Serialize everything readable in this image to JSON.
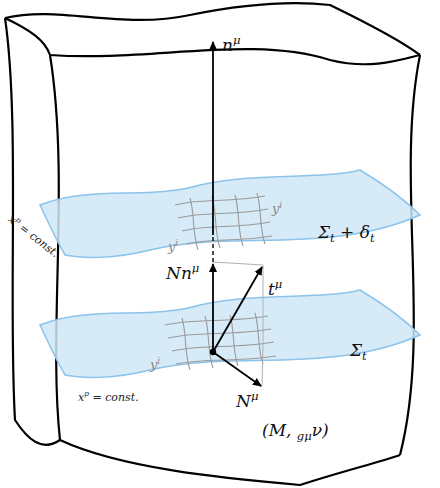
{
  "diagram": {
    "labels": [
      "nμ",
      "Σt + δt",
      "Σt",
      "Nnμ",
      "tμ",
      "Nμ",
      "yi",
      "yi",
      "yi",
      "xp = const.",
      "xp = const.",
      "(M, gμν)"
    ]
  }
}
